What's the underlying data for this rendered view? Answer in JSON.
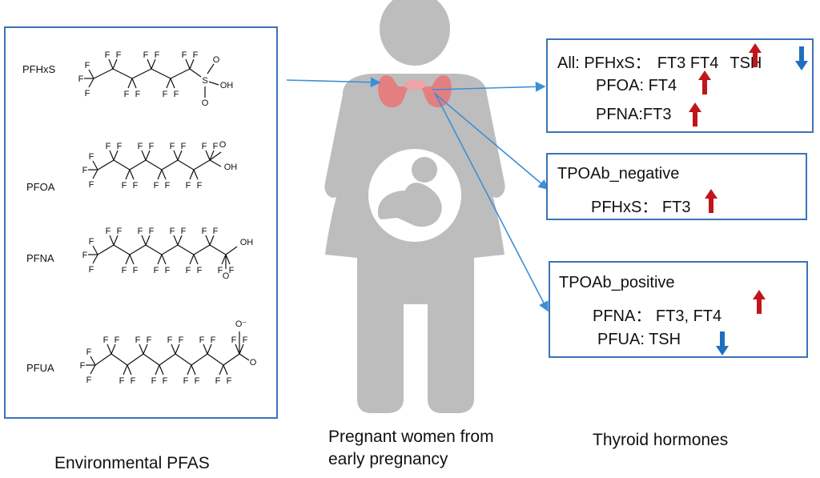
{
  "pfas": {
    "caption": "Environmental PFAS",
    "compounds": [
      {
        "name": "PFHxS",
        "head": "SO₃H"
      },
      {
        "name": "PFOA",
        "head": "COOH"
      },
      {
        "name": "PFNA",
        "head": "COOH"
      },
      {
        "name": "PFUA",
        "head": "COO⁻"
      }
    ],
    "atom_F": "F",
    "atom_S": "S",
    "atom_O": "O",
    "atom_OH": "OH",
    "atom_Ominus": "O⁻"
  },
  "woman": {
    "caption_line1": "Pregnant women from",
    "caption_line2": "early pregnancy",
    "thyroid_color": "#e8787a",
    "figure_color": "#bdbdbd"
  },
  "hormones": {
    "caption": "Thyroid hormones",
    "box_all": {
      "line1_label": "All: PFHxS：",
      "line1_h1": "FT3",
      "line1_h2": "FT4",
      "line1_h3": "TSH",
      "line2": "PFOA: FT4",
      "line3": "PFNA:FT3"
    },
    "box_neg": {
      "title": "TPOAb_negative",
      "line1": "PFHxS： FT3"
    },
    "box_pos": {
      "title": "TPOAb_positive",
      "line1": "PFNA： FT3, FT4",
      "line2": "PFUA:    TSH"
    }
  },
  "colors": {
    "increase": "#c0161b",
    "decrease": "#1f6fc0",
    "connector": "#3b8fd6"
  }
}
